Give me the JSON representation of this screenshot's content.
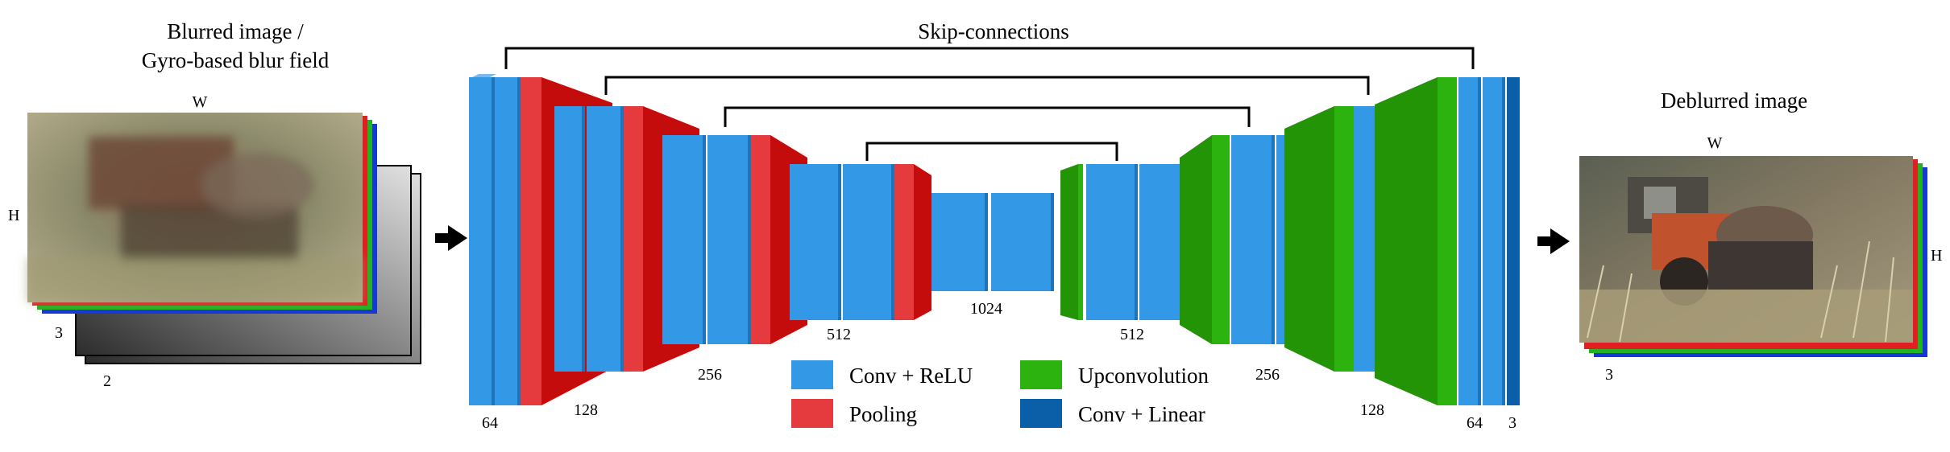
{
  "input": {
    "title_line1": "Blurred image /",
    "title_line2": "Gyro-based blur field",
    "label_w": "W",
    "label_h": "H",
    "label_channels": "3",
    "label_field": "2"
  },
  "output": {
    "title": "Deblurred image",
    "label_w": "W",
    "label_h": "H",
    "label_channels": "3"
  },
  "skip_title": "Skip-connections",
  "channel_labels": {
    "c64_left": "64",
    "c128_left": "128",
    "c256_left": "256",
    "c512_left": "512",
    "c1024": "1024",
    "c512_right": "512",
    "c256_right": "256",
    "c128_right": "128",
    "c64_right": "64",
    "c3_out": "3"
  },
  "legend": [
    {
      "label": "Conv + ReLU",
      "color": "#3399E6"
    },
    {
      "label": "Pooling",
      "color": "#E53B3F"
    },
    {
      "label": "Upconvolution",
      "color": "#2DB30F"
    },
    {
      "label": "Conv + Linear",
      "color": "#0B5EA8"
    }
  ],
  "colors": {
    "conv": "#3399E6",
    "conv_side": "#1F73B8",
    "pool": "#E53B3F",
    "pool_dark": "#C40C0C",
    "up": "#2DB30F",
    "up_dark": "#229406",
    "linear": "#0B5EA8"
  }
}
